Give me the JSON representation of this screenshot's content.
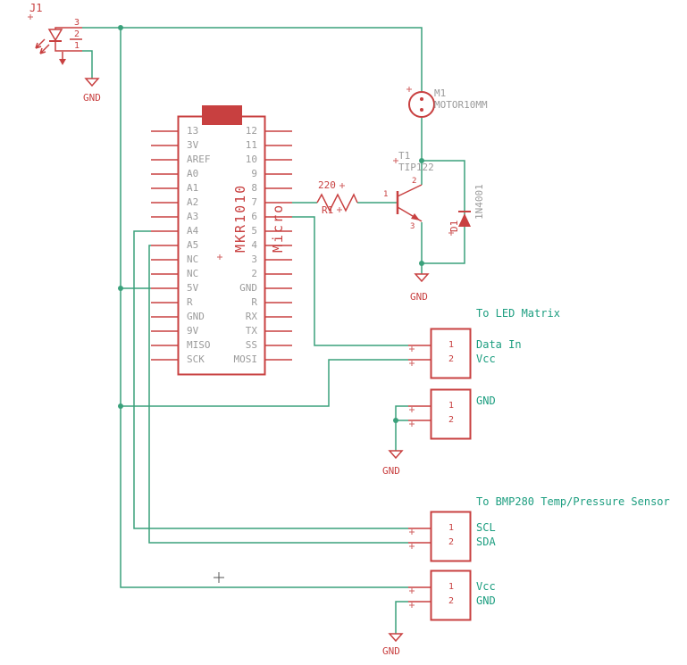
{
  "colors": {
    "symbol_red": "#c84040",
    "wire_green": "#3aa17b",
    "net_teal": "#1d9e80",
    "gray_text": "#9b9b9b",
    "background": "#ffffff"
  },
  "schematic": {
    "j1": {
      "refdes": "J1",
      "pin_numbers": [
        "3",
        "2",
        "1"
      ],
      "gnd": "GND"
    },
    "mcu": {
      "name": "MKR1010",
      "subname": "Micro",
      "left_pins": [
        "13",
        "3V",
        "AREF",
        "A0",
        "A1",
        "A2",
        "A3",
        "A4",
        "A5",
        "NC",
        "NC",
        "5V",
        "R",
        "GND",
        "9V",
        "MISO",
        "SCK"
      ],
      "right_pins": [
        "12",
        "11",
        "10",
        "9",
        "8",
        "7",
        "6",
        "5",
        "4",
        "3",
        "2",
        "GND",
        "R",
        "RX",
        "TX",
        "SS",
        "MOSI"
      ]
    },
    "motor": {
      "refdes": "M1",
      "value": "MOTOR10MM"
    },
    "transistor": {
      "refdes": "T1",
      "value": "TIP122",
      "pins": [
        "1",
        "2",
        "3"
      ],
      "gnd": "GND"
    },
    "resistor": {
      "value": "220",
      "refdes": "R1"
    },
    "diode": {
      "value": "1N4001",
      "refdes": "D1"
    },
    "led_matrix": {
      "title": "To LED Matrix",
      "pin1": "1",
      "pin2": "2",
      "label1": "Data In",
      "label2": "Vcc"
    },
    "gnd_conn": {
      "label": "GND",
      "pin1": "1",
      "pin2": "2",
      "gnd": "GND"
    },
    "bmp280": {
      "title": "To BMP280 Temp/Pressure Sensor",
      "pin1": "1",
      "pin2": "2",
      "label1": "SCL",
      "label2": "SDA"
    },
    "power_conn": {
      "pin1": "1",
      "pin2": "2",
      "label1": "Vcc",
      "label2": "GND",
      "gnd": "GND"
    }
  }
}
